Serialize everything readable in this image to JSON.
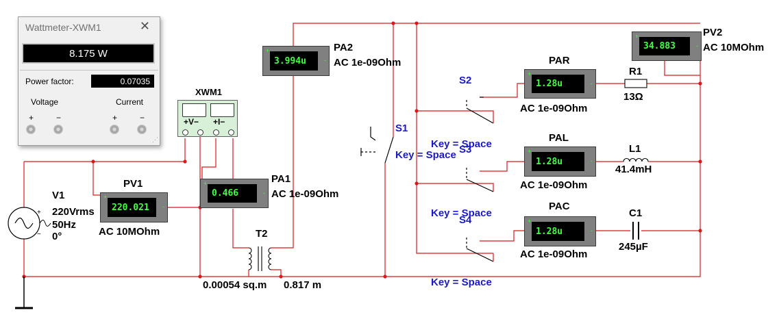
{
  "wattmeter_window": {
    "title": "Wattmeter-XWM1",
    "reading": "8.175 W",
    "power_factor_label": "Power factor:",
    "power_factor": "0.07035",
    "voltage_label": "Voltage",
    "current_label": "Current",
    "plus": "+",
    "minus": "−"
  },
  "instrument": {
    "name": "XWM1",
    "v": "+V−",
    "i": "+I−"
  },
  "meters": {
    "pa2": {
      "reading": "3.994u",
      "name": "PA2",
      "spec": "AC  1e-09Ohm"
    },
    "pv2": {
      "reading": "34.883",
      "name": "PV2",
      "spec": "AC  10MOhm"
    },
    "par": {
      "reading": "1.28u",
      "name": "PAR",
      "spec": "AC  1e-09Ohm"
    },
    "pal": {
      "reading": "1.28u",
      "name": "PAL",
      "spec": "AC  1e-09Ohm"
    },
    "pac": {
      "reading": "1.28u",
      "name": "PAC",
      "spec": "AC  1e-09Ohm"
    },
    "pa1": {
      "reading": "0.466",
      "name": "PA1",
      "spec": "AC  1e-09Ohm"
    },
    "pv1": {
      "reading": "220.021",
      "name": "PV1",
      "spec": "AC  10MOhm"
    }
  },
  "meter_marks": {
    "plus": "+",
    "minus": "-"
  },
  "components": {
    "v1": {
      "name": "V1",
      "rms": "220Vrms",
      "freq": "50Hz",
      "phase": "0°"
    },
    "r1": {
      "name": "R1",
      "value": "13Ω"
    },
    "l1": {
      "name": "L1",
      "value": "41.4mH"
    },
    "c1": {
      "name": "C1",
      "value": "245µF"
    },
    "t2": {
      "name": "T2",
      "area": "0.00054 sq.m",
      "length": "0.817 m"
    }
  },
  "switches": {
    "s1": {
      "name": "S1",
      "key": "Key = Space"
    },
    "s2": {
      "name": "S2",
      "key": "Key = Space"
    },
    "s3": {
      "name": "S3",
      "key": "Key = Space"
    },
    "s4": {
      "name": "S4",
      "key": "Key = Space"
    }
  },
  "colors": {
    "wire": "#d81a1a",
    "label_blue": "#1a1acc",
    "meter_green": "#40ff40",
    "meter_body": "#808080"
  }
}
